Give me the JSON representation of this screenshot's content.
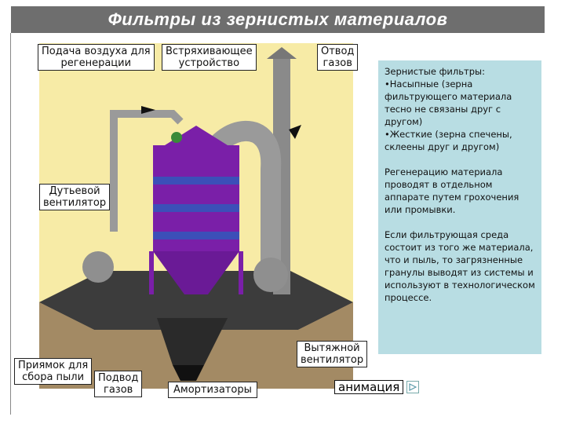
{
  "title": "Фильтры из зернистых материалов",
  "callouts": {
    "air_feed_line1": "Подача воздуха для",
    "air_feed_line2": "регенерации",
    "shaker_line1": "Встряхивающее",
    "shaker_line2": "устройство",
    "gas_out_line1": "Отвод",
    "gas_out_line2": "газов",
    "blower_line1": "Дутьевой",
    "blower_line2": "вентилятор",
    "exhaust_line1": "Вытяжной",
    "exhaust_line2": "вентилятор",
    "pit_line1": "Приямок для",
    "pit_line2": "сбора пыли",
    "gas_in_line1": "Подвод",
    "gas_in_line2": "газов",
    "dampers": "Амортизаторы"
  },
  "info": {
    "p1_heading": "Зернистые фильтры:",
    "p1_item1": "•Насыпные (зерна фильтрующего материала тесно не связаны друг с другом)",
    "p1_item2": "•Жесткие (зерна спечены, склеены друг и другом)",
    "p2": "Регенерацию материала проводят в отдельном аппарате путем грохочения или промывки.",
    "p3": "Если фильтрующая среда состоит из того же материала, что и пыль, то загрязненные гранулы выводят из системы и используют в технологическом процессе."
  },
  "animation_button": {
    "label": "анимация",
    "icon": "play-triangle-icon"
  },
  "colors": {
    "title_bg": "#6e6e6e",
    "panel_bg": "#b8dde3",
    "scene_bg": "#f7eba6",
    "filter_body": "#7a1fa8",
    "pipes": "#8a8a8a"
  }
}
